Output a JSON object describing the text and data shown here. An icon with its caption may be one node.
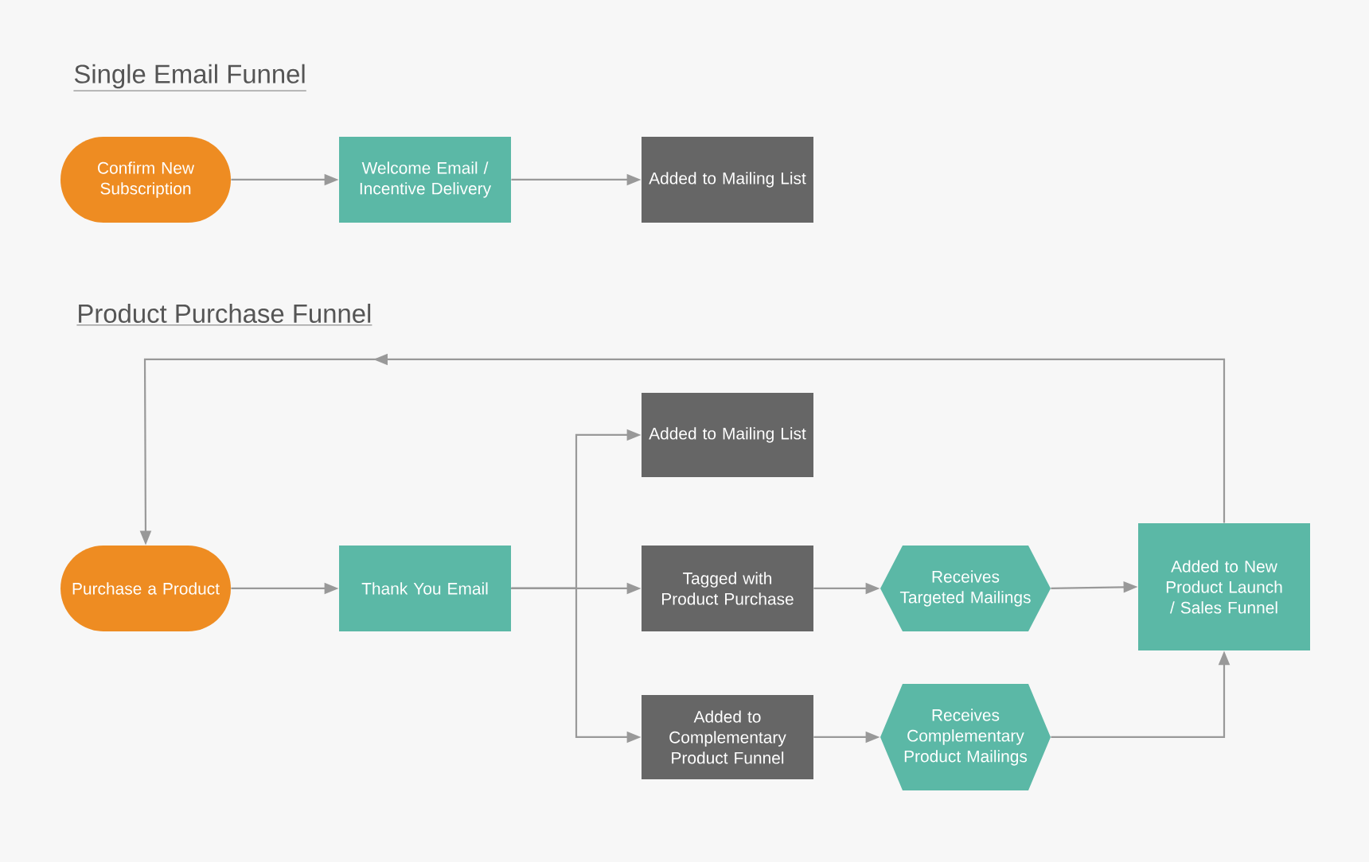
{
  "diagram": {
    "nodes": [
      {
        "text": [
          "Confirm New Subscription"
        ]
      },
      {
        "text": [
          "Welcome Email / Incentive Delivery"
        ]
      },
      {
        "text": [
          "Added to Mailing List"
        ]
      },
      {
        "text": [
          "Purchase a Product"
        ]
      },
      {
        "text": [
          "Thank You Email"
        ]
      },
      {
        "text": [
          "Added to Mailing List"
        ]
      },
      {
        "text": [
          "Tagged with Product Purchase"
        ]
      },
      {
        "text": [
          "Added to Complementary Product Funnel"
        ]
      },
      {
        "text": [
          "Receives Targeted Mailings"
        ]
      },
      {
        "text": [
          "Receives Complementary Product Mailings"
        ]
      },
      {
        "text": [
          "Added to New Product Launch / Sales Funnel"
        ]
      }
    ],
    "edges": [
      {
        "from": 0,
        "to": 1,
        "arrow": "to"
      },
      {
        "from": 1,
        "to": 2,
        "arrow": "to"
      },
      {
        "from": 3,
        "to": 4,
        "arrow": "to"
      },
      {
        "from": 4,
        "to": 5,
        "arrow": "to"
      },
      {
        "from": 4,
        "to": 6,
        "arrow": "to"
      },
      {
        "from": 4,
        "to": 7,
        "arrow": "to"
      },
      {
        "from": 6,
        "to": 8,
        "arrow": "to"
      },
      {
        "from": 7,
        "to": 9,
        "arrow": "to"
      },
      {
        "from": 8,
        "to": 10,
        "arrow": "to"
      },
      {
        "from": 9,
        "to": 10,
        "arrow": "to"
      },
      {
        "from": 10,
        "to": 3,
        "arrow": "to"
      }
    ],
    "labels": [
      "Single Email Funnel",
      "Product Purchase Funnel"
    ]
  }
}
